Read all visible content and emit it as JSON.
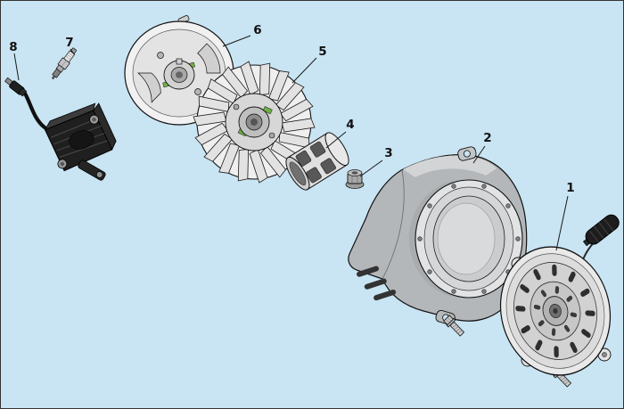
{
  "colors": {
    "background": "#c9e4f3",
    "line": "#1a1a1a",
    "accent_green": "#6fb043"
  },
  "diagram": {
    "type": "exploded-parts-diagram",
    "description": "Exploded view: recoil starter, fan cover, flywheel fan, starter cup, magneto rotor, spark plug and ignition coil",
    "callouts": [
      {
        "label": "1",
        "part": "recoil-starter-assembly"
      },
      {
        "label": "2",
        "part": "fan-cover"
      },
      {
        "label": "3",
        "part": "flange-nut"
      },
      {
        "label": "4",
        "part": "starter-cup"
      },
      {
        "label": "5",
        "part": "flywheel-fan"
      },
      {
        "label": "6",
        "part": "magneto-rotor"
      },
      {
        "label": "7",
        "part": "spark-plug"
      },
      {
        "label": "8",
        "part": "ignition-coil"
      }
    ],
    "hardware": [
      "mounting-bolt",
      "mounting-bolt"
    ]
  }
}
